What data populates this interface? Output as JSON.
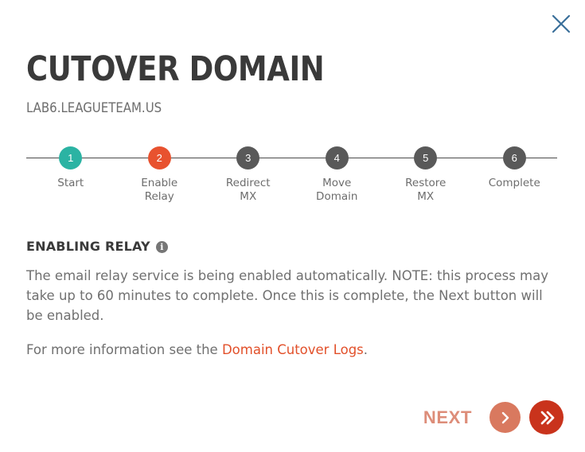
{
  "window": {
    "close_icon": "close-icon",
    "close_color": "#3a6f9a"
  },
  "header": {
    "title": "CUTOVER DOMAIN",
    "subtitle": "LAB6.LEAGUETEAM.US"
  },
  "stepper": {
    "active_step": 2,
    "colors": {
      "complete": "#2bb3a3",
      "active": "#e8522f",
      "pending": "#595959",
      "line": "#4a4a4a"
    },
    "steps": [
      {
        "number": "1",
        "label": "Start",
        "state": "complete",
        "color": "#2bb3a3"
      },
      {
        "number": "2",
        "label": "Enable\nRelay",
        "state": "active",
        "color": "#e8522f"
      },
      {
        "number": "3",
        "label": "Redirect\nMX",
        "state": "pending",
        "color": "#595959"
      },
      {
        "number": "4",
        "label": "Move\nDomain",
        "state": "pending",
        "color": "#595959"
      },
      {
        "number": "5",
        "label": "Restore\nMX",
        "state": "pending",
        "color": "#595959"
      },
      {
        "number": "6",
        "label": "Complete",
        "state": "pending",
        "color": "#595959"
      }
    ]
  },
  "content": {
    "section_title": "ENABLING RELAY",
    "info_icon": "info-icon",
    "info_glyph": "i",
    "paragraph": "The email relay service is being enabled automatically. NOTE: this process may take up to 60 minutes to complete. Once this is complete, the Next button will be enabled.",
    "more_info_prefix": "For more information see the ",
    "more_info_link": "Domain Cutover Logs",
    "more_info_suffix": ".",
    "link_color": "#e2502a"
  },
  "footer": {
    "next_label": "NEXT",
    "next_label_color": "#dd8d79",
    "next_button_icon": "chevron-right-icon",
    "next_button_color": "#d9795f",
    "next_button_state": "disabled",
    "skip_button_icon": "double-chevron-right-icon",
    "skip_button_color": "#c9331c"
  }
}
